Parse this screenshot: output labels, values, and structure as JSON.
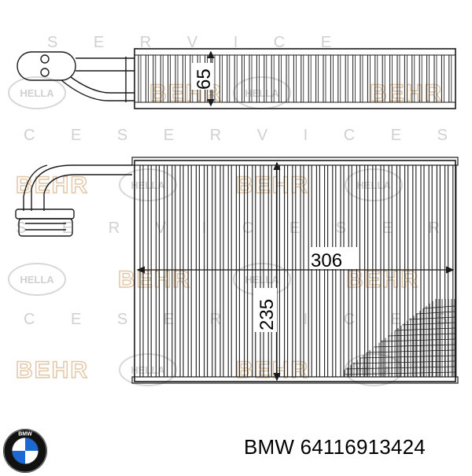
{
  "drawing": {
    "dimensions": {
      "top_height": "65",
      "front_width": "306",
      "front_height": "235"
    },
    "watermark": {
      "service_text": "SERVICE",
      "brand_oval": "HELLA",
      "brand_text": "BEHR",
      "color": "#d9d9d9"
    },
    "line_color": "#1a1a1a"
  },
  "footer": {
    "brand": "BMW",
    "part_number": "64116913424",
    "logo_text": "BMW",
    "logo_colors": {
      "blue": "#1c69d4",
      "black": "#111111",
      "white": "#ffffff"
    }
  }
}
